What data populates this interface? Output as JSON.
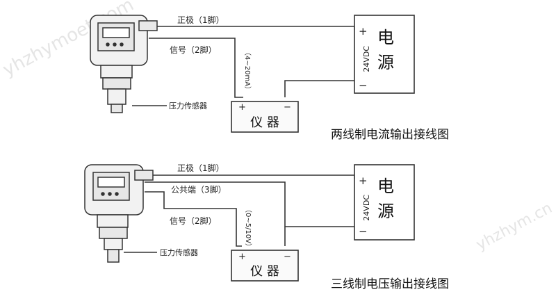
{
  "watermark": {
    "text": "yhzhymoet.com",
    "text2": "yhzhym.cn"
  },
  "diagram1": {
    "title": "两线制电流输出接线图",
    "wire_positive": "正极（1脚）",
    "wire_signal": "信号（2脚）",
    "signal_range": "（4~20mA）",
    "sensor_label": "压力传感器",
    "instrument_label": "仪 器",
    "instrument_plus": "+",
    "instrument_minus": "−",
    "power_label_1": "电",
    "power_label_2": "源",
    "power_voltage": "24VDC",
    "power_plus": "+",
    "power_minus": "−"
  },
  "diagram2": {
    "title": "三线制电压输出接线图",
    "wire_positive": "正极（1脚）",
    "wire_common": "公共端（3脚）",
    "wire_signal": "信号（2脚）",
    "signal_range": "（0~5/10V）",
    "sensor_label": "压力传感器",
    "instrument_label": "仪 器",
    "instrument_plus": "+",
    "instrument_minus": "−",
    "power_label_1": "电",
    "power_label_2": "源",
    "power_voltage": "24VDC",
    "power_plus": "+",
    "power_minus": "−"
  }
}
